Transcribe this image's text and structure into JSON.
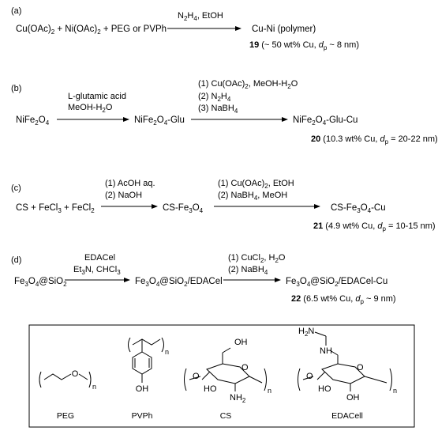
{
  "scheme_a": {
    "label": "(a)",
    "reactants": [
      "Cu(OAc)",
      "2",
      " + Ni(OAc)",
      "2",
      " + PEG or PVPh"
    ],
    "conditions_top": [
      "N",
      "2",
      "H",
      "4",
      ", EtOH"
    ],
    "product": "Cu-Ni (polymer)",
    "note": [
      "19",
      " (~ 50 wt% Cu, ",
      "d",
      "p",
      " ~ 8 nm)"
    ]
  },
  "scheme_b": {
    "label": "(b)",
    "reactant": [
      "NiFe",
      "2",
      "O",
      "4"
    ],
    "step1_top": [
      "L-glutamic acid",
      "MeOH-H",
      "2",
      "O"
    ],
    "intermediate": [
      "NiFe",
      "2",
      "O",
      "4",
      "-Glu"
    ],
    "step2_top": [
      "(1) Cu(OAc)",
      "2",
      ", MeOH-H",
      "2",
      "O",
      "(2) N",
      "2",
      "H",
      "4",
      "(3) NaBH",
      "4"
    ],
    "product": [
      "NiFe",
      "2",
      "O",
      "4",
      "-Glu-Cu"
    ],
    "note": [
      "20",
      " (10.3 wt% Cu, ",
      "d",
      "p",
      " = 20-22 nm)"
    ]
  },
  "scheme_c": {
    "label": "(c)",
    "reactants": [
      "CS + FeCl",
      "3",
      " + FeCl",
      "2"
    ],
    "step1_top": [
      "(1) AcOH aq.",
      "(2) NaOH"
    ],
    "intermediate": [
      "CS-Fe",
      "3",
      "O",
      "4"
    ],
    "step2_top": [
      "(1) Cu(OAc)",
      "2",
      ", EtOH",
      "(2) NaBH",
      "4",
      ", MeOH"
    ],
    "product": [
      "CS-Fe",
      "3",
      "O",
      "4",
      "-Cu"
    ],
    "note": [
      "21",
      " (4.9 wt% Cu, ",
      "d",
      "p",
      " = 10-15 nm)"
    ]
  },
  "scheme_d": {
    "label": "(d)",
    "reactant": [
      "Fe",
      "3",
      "O",
      "4",
      "@SiO",
      "2"
    ],
    "step1_top": [
      "EDACel",
      "Et",
      "3",
      "N, CHCl",
      "3"
    ],
    "intermediate": [
      "Fe",
      "3",
      "O",
      "4",
      "@SiO",
      "2",
      "/EDACel"
    ],
    "step2_top": [
      "(1) CuCl",
      "2",
      ", H",
      "2",
      "O",
      "(2) NaBH",
      "4"
    ],
    "product": [
      "Fe",
      "3",
      "O",
      "4",
      "@SiO",
      "2",
      "/EDACel-Cu"
    ],
    "note": [
      "22",
      " (6.5 wt% Cu, ",
      "d",
      "p",
      " ~ 9 nm)"
    ]
  },
  "structures": {
    "peg_label": "PEG",
    "pvph_label": "PVPh",
    "cs_label": "CS",
    "edacell_label": "EDACell",
    "atom_O": "O",
    "atom_OH": "OH",
    "atom_HO": "HO",
    "atom_NH2": "NH",
    "atom_NH2_sub": "2",
    "atom_H2N": "H",
    "atom_H2N_sub": "2",
    "atom_H2N_N": "N",
    "atom_NH": "NH",
    "index_n": "n"
  }
}
